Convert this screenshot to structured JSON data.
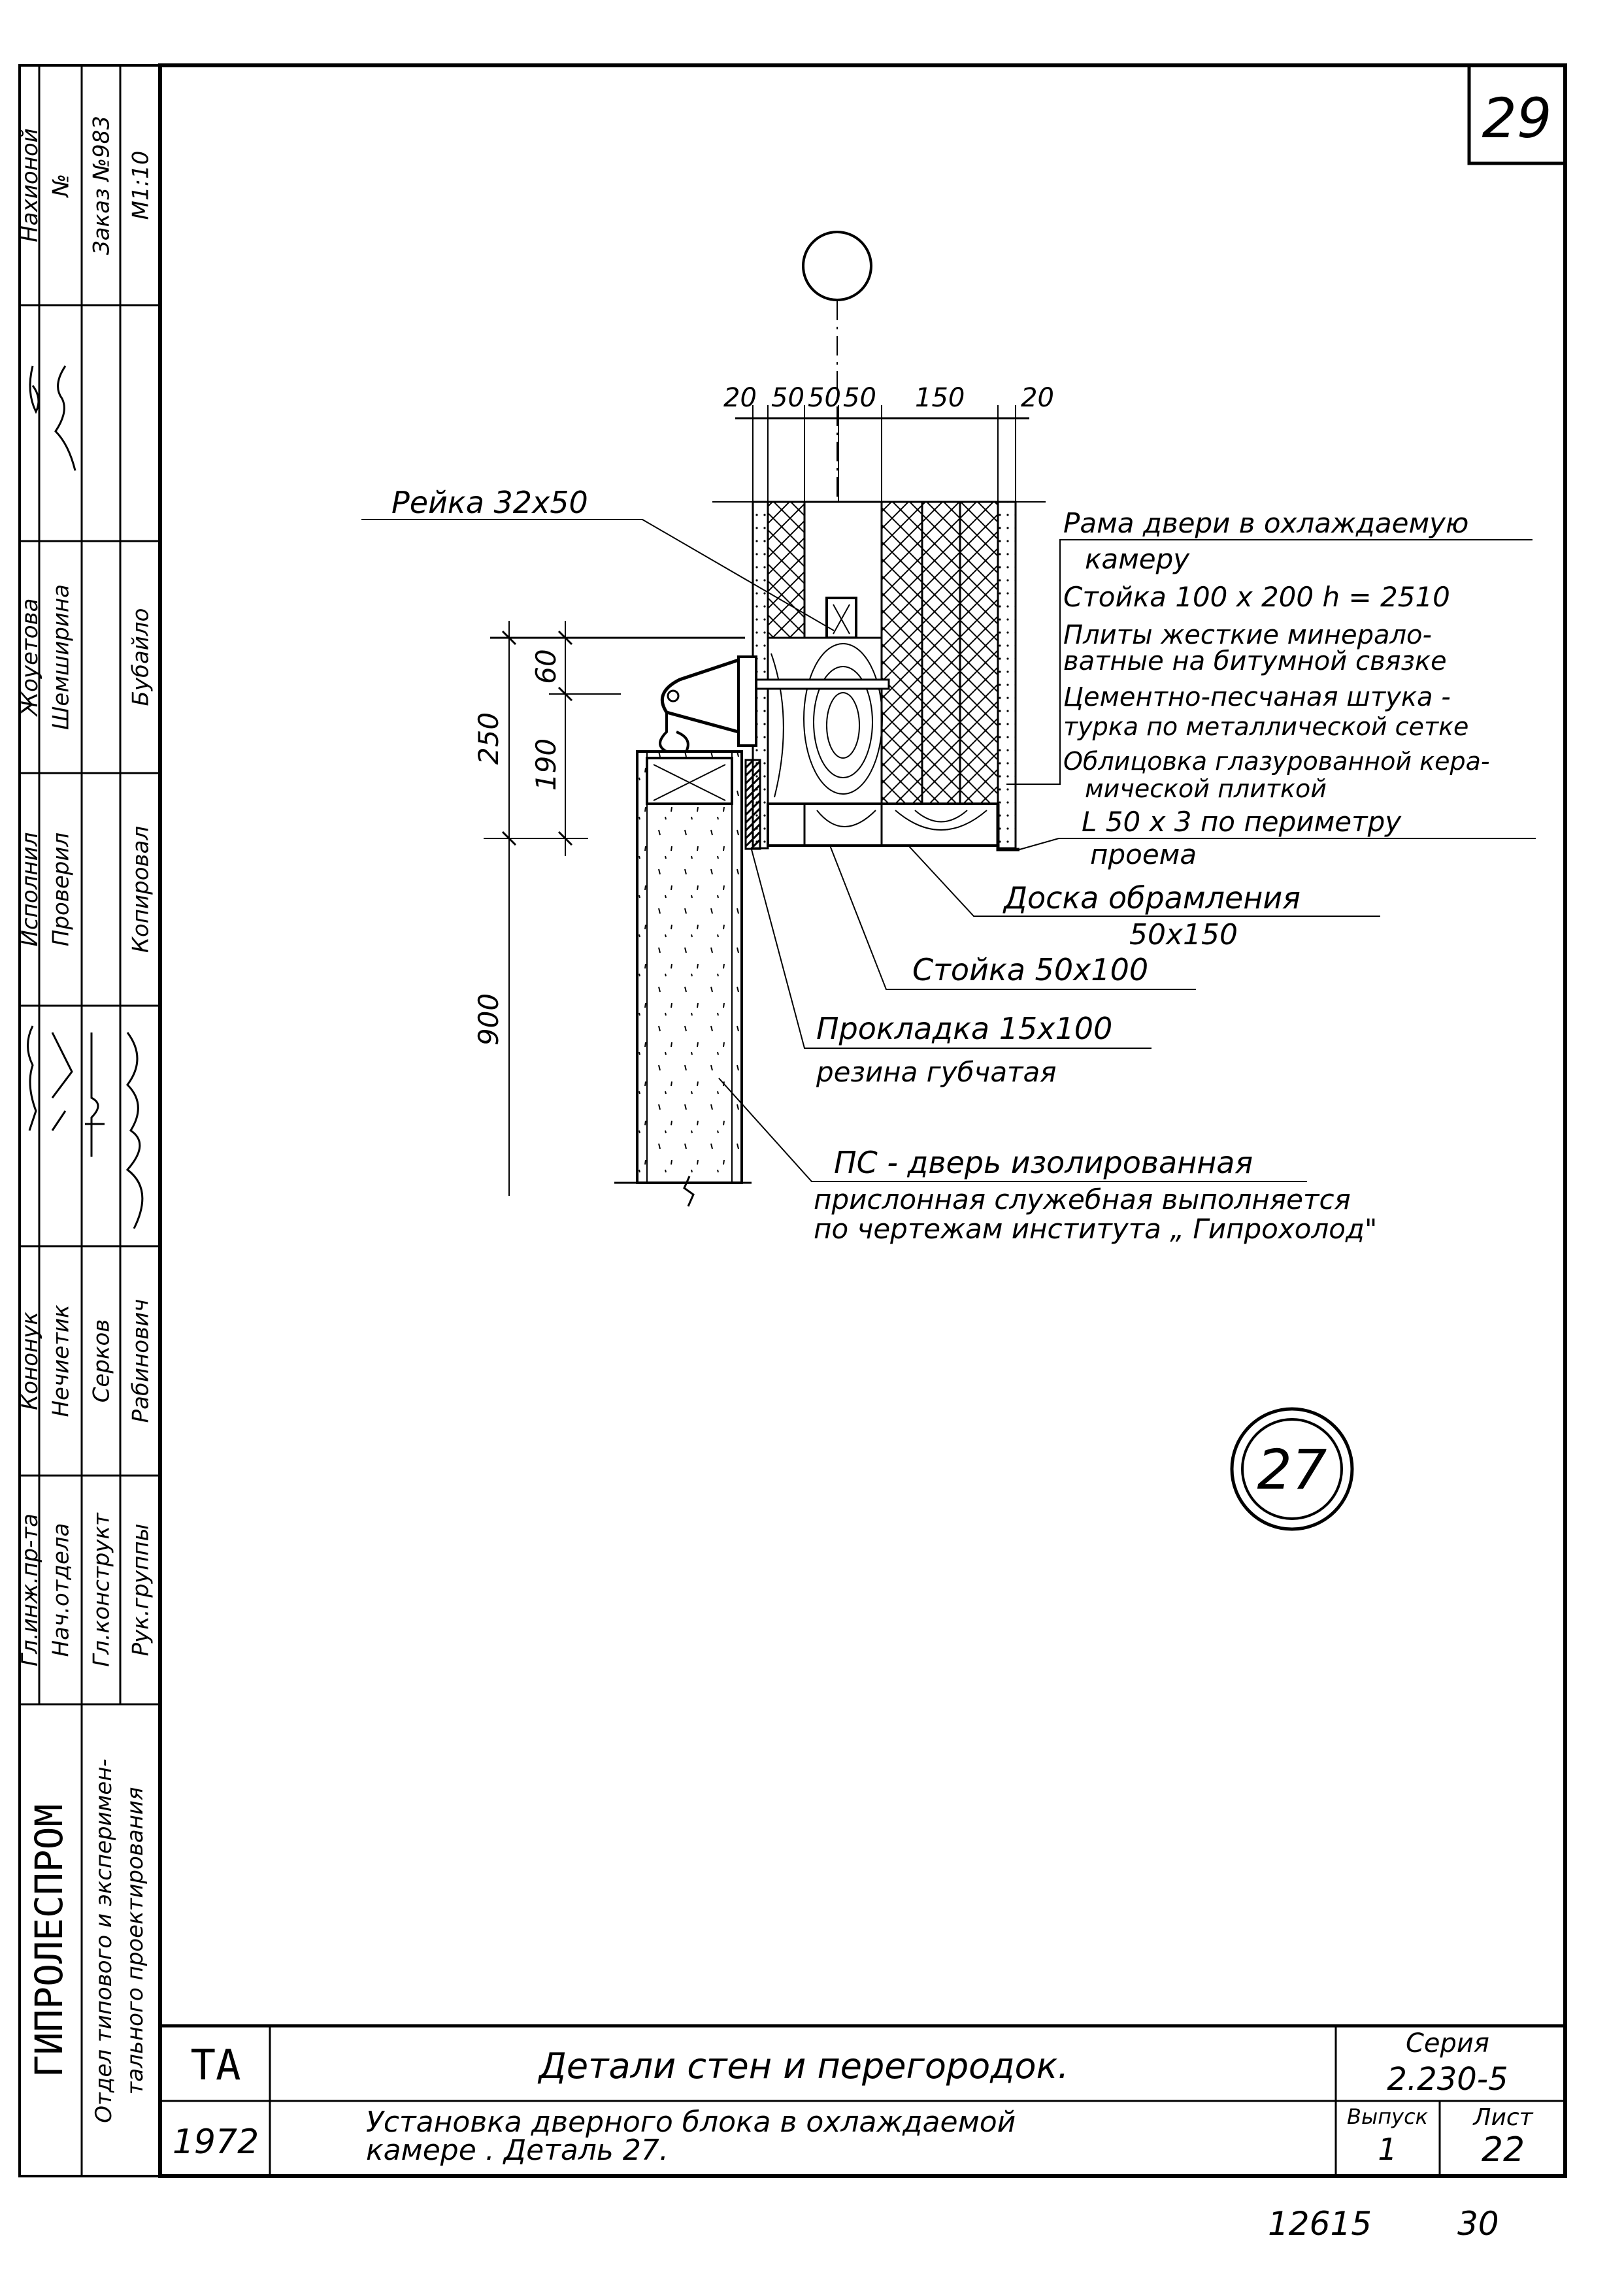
{
  "sheet_number": "29",
  "detail_marker_top": "",
  "dimensions": {
    "top": [
      "20",
      "50",
      "50",
      "50",
      "150",
      "20"
    ],
    "left_total": "250",
    "left_upper": "60",
    "left_lower": "190",
    "door_height": "900"
  },
  "labels": {
    "rail": "Рейка 32x50",
    "frame_lines": [
      "Рама двери в охлаждаемую",
      "камеру",
      "Стойка 100 x 200 h = 2510",
      "Плиты жесткие минерало-",
      "ватные на битумной связке",
      "Цементно-песчаная штука -",
      "турка по металлической сетке",
      "Облицовка глазурованной кера-",
      "мической плиткой"
    ],
    "angle": "L 50 x 3  по периметру",
    "angle_2": "проема",
    "board": "Доска обрамления",
    "board_2": "50x150",
    "post": "Стойка 50x100",
    "gasket": "Прокладка 15x100",
    "gasket_2": "резина губчатая",
    "door": "ПС - дверь изолированная",
    "door_2": "прислонная служебная выполняется",
    "door_3": "по чертежам института „ Гипрохолод\""
  },
  "detail_number": "27",
  "title_block": {
    "code": "ТА",
    "year": "1972",
    "title": "Детали стен и перегородок.",
    "subtitle_1": "Установка дверного блока в охлаждаемой",
    "subtitle_2": "камере . Деталь 27.",
    "series_label": "Серия",
    "series": "2.230-5",
    "issue_label": "Выпуск",
    "issue": "1",
    "sheet_label": "Лист",
    "sheet": "22"
  },
  "footer": {
    "order": "12615",
    "page": "30"
  },
  "stamp": {
    "organization": "ГИПРОЛЕСПРОМ",
    "department": [
      "Отдел типового и эксперимен-",
      "тального проектирования"
    ],
    "rows": [
      [
        "Нахионой",
        "№",
        "Заказ №983",
        "М1:10"
      ],
      [
        "",
        "",
        "",
        ""
      ],
      [
        "Жоуетова",
        "Шемширина",
        "",
        "Бубайло"
      ],
      [
        "Исполнил",
        "Проверил",
        "",
        "Копировал"
      ],
      [
        "",
        "",
        "",
        ""
      ],
      [
        "Кононук",
        "Нечиетик",
        "Серков",
        "Рабинович"
      ],
      [
        "Гл.инж.пр-та",
        "Нач.отдела",
        "Гл.конструкт",
        "Рук.группы"
      ]
    ]
  }
}
